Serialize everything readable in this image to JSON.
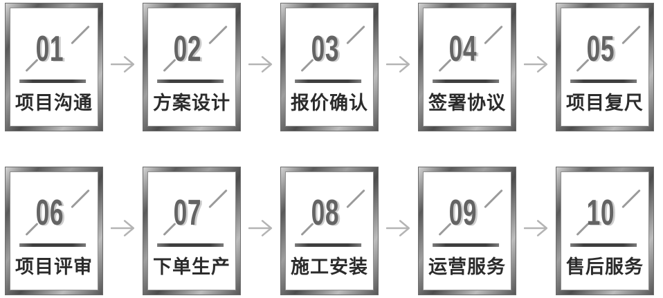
{
  "diagram": {
    "type": "process-flow",
    "rows": 2,
    "steps_per_row": 5
  },
  "steps": [
    {
      "number": "01",
      "label": "项目沟通"
    },
    {
      "number": "02",
      "label": "方案设计"
    },
    {
      "number": "03",
      "label": "报价确认"
    },
    {
      "number": "04",
      "label": "签署协议"
    },
    {
      "number": "05",
      "label": "项目复尺"
    },
    {
      "number": "06",
      "label": "项目评审"
    },
    {
      "number": "07",
      "label": "下单生产"
    },
    {
      "number": "08",
      "label": "施工安装"
    },
    {
      "number": "09",
      "label": "运营服务"
    },
    {
      "number": "10",
      "label": "售后服务"
    }
  ],
  "icons": {
    "connector": "arrow-right-icon"
  },
  "colors": {
    "background": "#ffffff",
    "frame_light": "#d4d4d4",
    "frame_dark": "#4c4c4c",
    "number": "#646464",
    "number_ghost": "#cdcdcd",
    "divider": "#3e3e3e",
    "label": "#2b2b2b",
    "slash": "#9b9b9b",
    "arrow": "#b4b4b4"
  }
}
